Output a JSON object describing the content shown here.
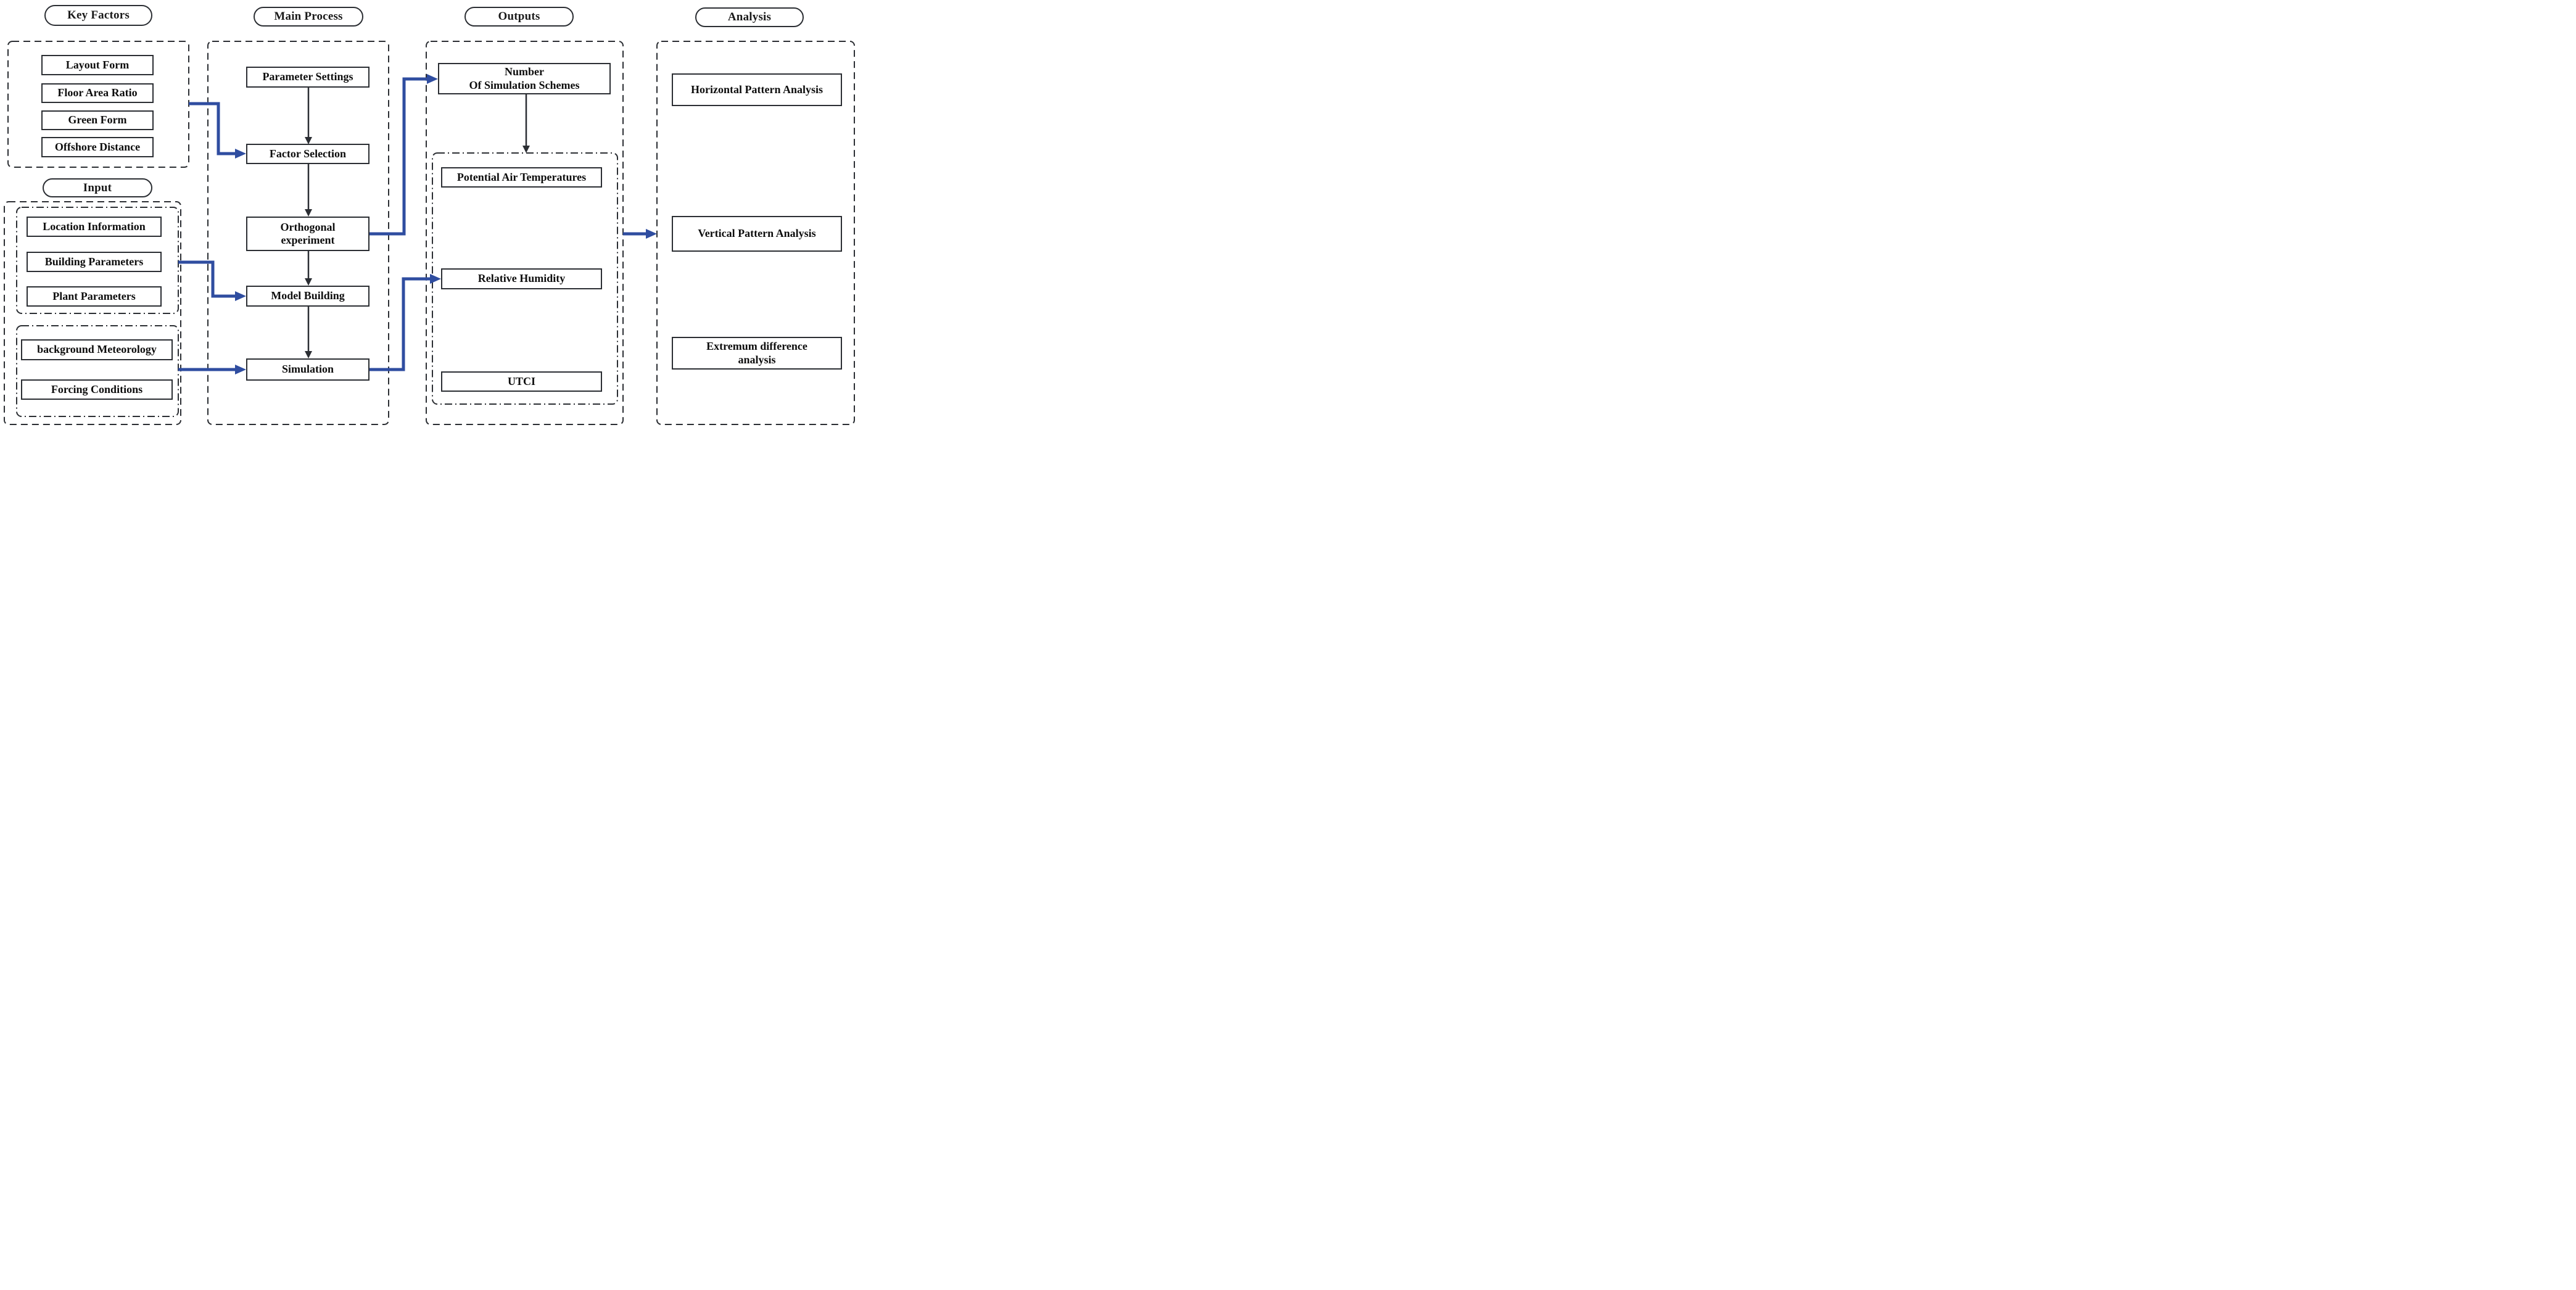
{
  "diagram": {
    "key_factors": {
      "title": "Key Factors",
      "items": [
        "Layout Form",
        "Floor Area Ratio",
        "Green Form",
        "Offshore Distance"
      ]
    },
    "input": {
      "title": "Input",
      "site_group": [
        "Location Information",
        "Building Parameters",
        "Plant Parameters"
      ],
      "weather_group": [
        "background Meteorology",
        "Forcing Conditions"
      ]
    },
    "main_process": {
      "title": "Main Process",
      "steps": [
        "Parameter Settings",
        "Factor Selection",
        "Orthogonal\nexperiment",
        "Model Building",
        "Simulation"
      ]
    },
    "outputs": {
      "title": "Outputs",
      "schemes_box": "Number\nOf Simulation Schemes",
      "metrics": [
        "Potential Air Temperatures",
        "Relative Humidity",
        "UTCI"
      ]
    },
    "analysis": {
      "title": "Analysis",
      "items": [
        "Horizontal Pattern Analysis",
        "Vertical Pattern Analysis",
        "Extremum difference\nanalysis"
      ]
    }
  },
  "colors": {
    "arrow_blue": "#2f4da0",
    "line_dark": "#2b2e33"
  }
}
